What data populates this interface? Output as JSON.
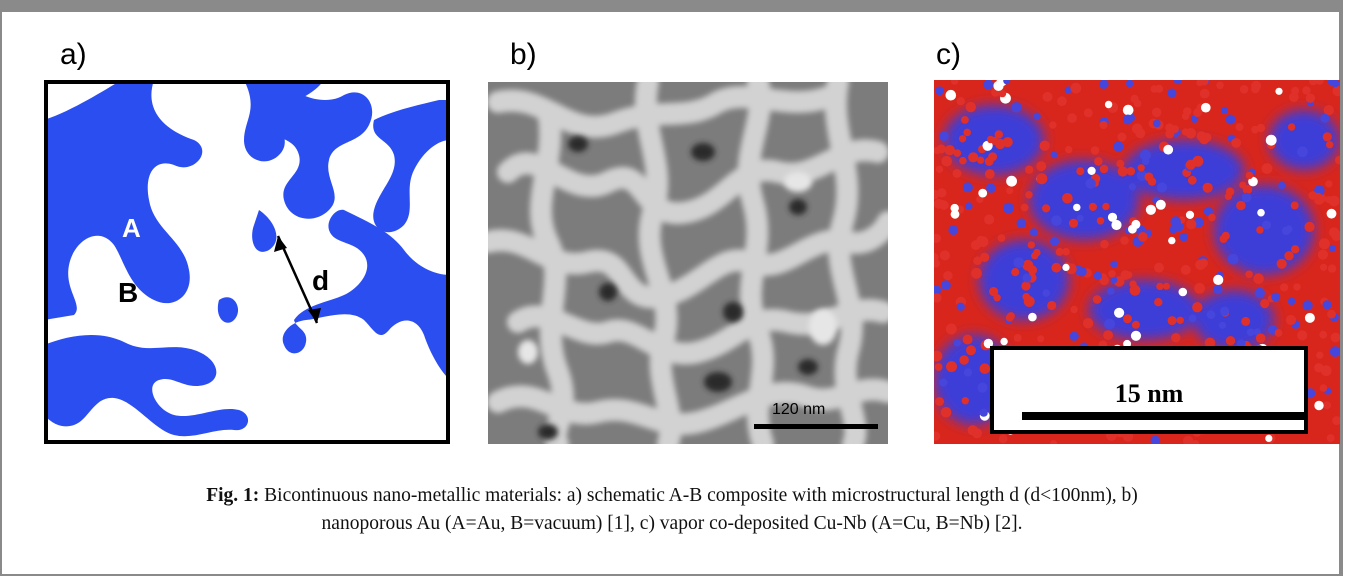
{
  "panels": {
    "a": {
      "label": "a)",
      "phase_a_label": "A",
      "phase_b_label": "B",
      "length_label": "d"
    },
    "b": {
      "label": "b)",
      "scale_bar_text": "120 nm"
    },
    "c": {
      "label": "c)",
      "scale_bar_text": "15 nm"
    }
  },
  "caption": {
    "prefix": "Fig. 1:",
    "line1": " Bicontinuous nano-metallic materials: a) schematic A-B composite with microstructural length d (d<100nm), b)",
    "line2": "nanoporous Au (A=Au, B=vacuum) [1], c) vapor co-deposited Cu-Nb (A=Cu, B=Nb) [2]."
  },
  "colors": {
    "phase_a": "#2b4ef0",
    "cu_atoms": "#d8261c",
    "nb_atoms": "#3c3cd8",
    "frame": "#8a8a8a"
  }
}
